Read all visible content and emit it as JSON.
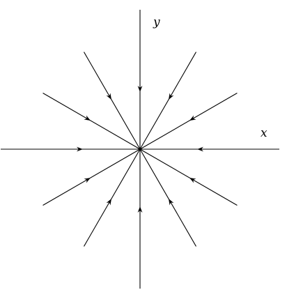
{
  "diagram": {
    "x_label": "x",
    "y_label": "y",
    "line_color": "#000000",
    "ray_angles_deg": [
      0,
      30,
      60,
      90,
      120,
      150,
      180,
      210,
      240,
      270,
      300,
      330
    ],
    "arrow_direction": "toward-origin"
  }
}
